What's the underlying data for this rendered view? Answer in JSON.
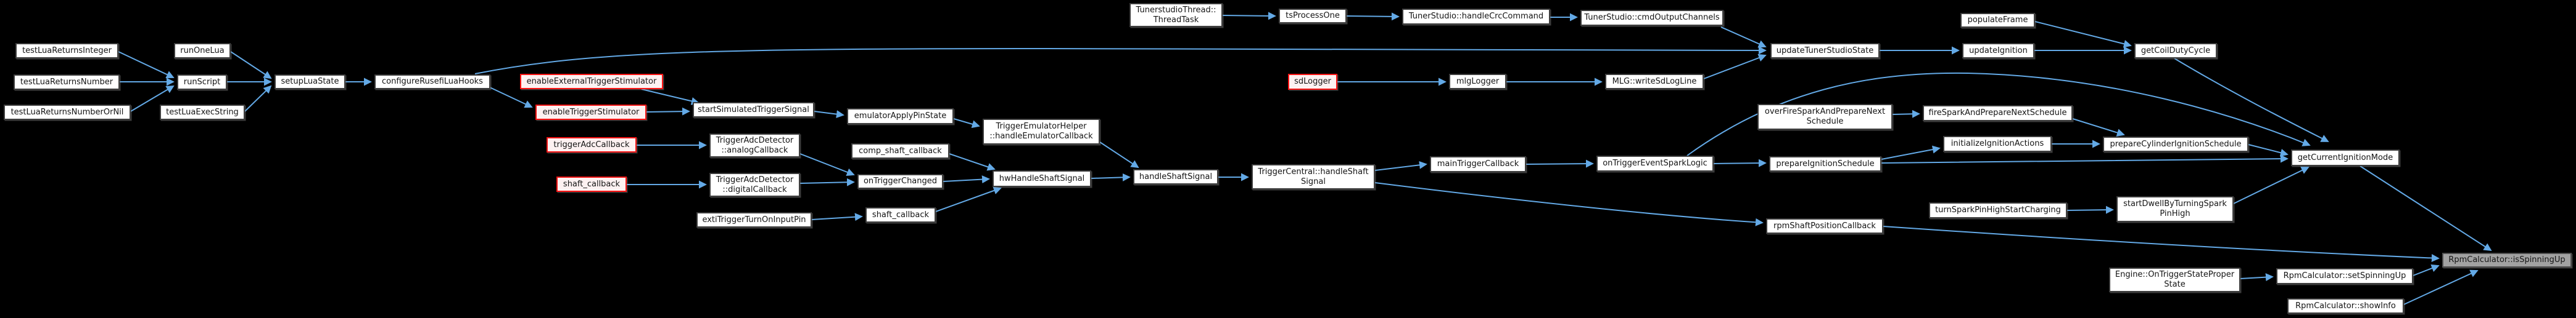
{
  "diagram": {
    "type": "doxygen-caller-graph",
    "focus_node": "RpmCalculator::isSpinningUp",
    "colors": {
      "background": "#000000",
      "edge_blue": "#63a9e6",
      "node_fill": "#ffffff",
      "node_border": "#3d3d3d",
      "truncated_node_border": "#ff1414",
      "truncated_node_fill": "#fdf1f1",
      "focus_node_fill": "#a2a2a2",
      "text": "#141414"
    },
    "nodes": [
      {
        "id": "testLuaReturnsInteger",
        "label": "testLuaReturnsInteger",
        "kind": "default"
      },
      {
        "id": "runOneLua",
        "label": "runOneLua",
        "kind": "default"
      },
      {
        "id": "testLuaReturnsNumber",
        "label": "testLuaReturnsNumber",
        "kind": "default"
      },
      {
        "id": "runScript",
        "label": "runScript",
        "kind": "default"
      },
      {
        "id": "setupLuaState",
        "label": "setupLuaState",
        "kind": "default"
      },
      {
        "id": "configureRusefiLuaHooks",
        "label": "configureRusefiLuaHooks",
        "kind": "default"
      },
      {
        "id": "testLuaReturnsNumberOrNil",
        "label": "testLuaReturnsNumberOrNil",
        "kind": "default"
      },
      {
        "id": "testLuaExecString",
        "label": "testLuaExecString",
        "kind": "default"
      },
      {
        "id": "enableExternalTriggerStimulator",
        "label": "enableExternalTriggerStimulator",
        "kind": "truncated"
      },
      {
        "id": "enableTriggerStimulator",
        "label": "enableTriggerStimulator",
        "kind": "truncated"
      },
      {
        "id": "triggerAdcCallback",
        "label": "triggerAdcCallback",
        "kind": "truncated"
      },
      {
        "id": "shaft_callback_red",
        "label": "shaft_callback",
        "kind": "truncated"
      },
      {
        "id": "startSimulatedTriggerSignal",
        "label": "startSimulatedTriggerSignal",
        "kind": "default"
      },
      {
        "id": "TriggerAdcDetector::analogCallback",
        "label": "TriggerAdcDetector\n::analogCallback",
        "kind": "default"
      },
      {
        "id": "TriggerAdcDetector::digitalCallback",
        "label": "TriggerAdcDetector\n::digitalCallback",
        "kind": "default"
      },
      {
        "id": "extiTriggerTurnOnInputPin",
        "label": "extiTriggerTurnOnInputPin",
        "kind": "default"
      },
      {
        "id": "emulatorApplyPinState",
        "label": "emulatorApplyPinState",
        "kind": "default"
      },
      {
        "id": "TriggerEmulatorHelper::handleEmulatorCallback",
        "label": "TriggerEmulatorHelper\n::handleEmulatorCallback",
        "kind": "default"
      },
      {
        "id": "comp_shaft_callback",
        "label": "comp_shaft_callback",
        "kind": "default"
      },
      {
        "id": "onTriggerChanged",
        "label": "onTriggerChanged",
        "kind": "default"
      },
      {
        "id": "shaft_callback",
        "label": "shaft_callback",
        "kind": "default"
      },
      {
        "id": "hwHandleShaftSignal",
        "label": "hwHandleShaftSignal",
        "kind": "default"
      },
      {
        "id": "handleShaftSignal",
        "label": "handleShaftSignal",
        "kind": "default"
      },
      {
        "id": "TunerstudioThread::ThreadTask",
        "label": "TunerstudioThread::\nThreadTask",
        "kind": "default"
      },
      {
        "id": "tsProcessOne",
        "label": "tsProcessOne",
        "kind": "default"
      },
      {
        "id": "TunerStudio::handleCrcCommand",
        "label": "TunerStudio::handleCrcCommand",
        "kind": "default"
      },
      {
        "id": "TunerStudio::cmdOutputChannels",
        "label": "TunerStudio::cmdOutputChannels",
        "kind": "default"
      },
      {
        "id": "sdLogger",
        "label": "sdLogger",
        "kind": "truncated"
      },
      {
        "id": "mlgLogger",
        "label": "mlgLogger",
        "kind": "default"
      },
      {
        "id": "MLG::writeSdLogLine",
        "label": "MLG::writeSdLogLine",
        "kind": "default"
      },
      {
        "id": "TriggerCentral::handleShaftSignal",
        "label": "TriggerCentral::handleShaft\nSignal",
        "kind": "default"
      },
      {
        "id": "mainTriggerCallback",
        "label": "mainTriggerCallback",
        "kind": "default"
      },
      {
        "id": "onTriggerEventSparkLogic",
        "label": "onTriggerEventSparkLogic",
        "kind": "default"
      },
      {
        "id": "updateTunerStudioState",
        "label": "updateTunerStudioState",
        "kind": "default"
      },
      {
        "id": "populateFrame",
        "label": "populateFrame",
        "kind": "default"
      },
      {
        "id": "updateIgnition",
        "label": "updateIgnition",
        "kind": "default"
      },
      {
        "id": "getCoilDutyCycle",
        "label": "getCoilDutyCycle",
        "kind": "default"
      },
      {
        "id": "overFireSparkAndPrepareNextSchedule",
        "label": "overFireSparkAndPrepareNext\nSchedule",
        "kind": "default"
      },
      {
        "id": "fireSparkAndPrepareNextSchedule",
        "label": "fireSparkAndPrepareNextSchedule",
        "kind": "default"
      },
      {
        "id": "initializeIgnitionActions",
        "label": "initializeIgnitionActions",
        "kind": "default"
      },
      {
        "id": "prepareCylinderIgnitionSchedule",
        "label": "prepareCylinderIgnitionSchedule",
        "kind": "default"
      },
      {
        "id": "getCurrentIgnitionMode",
        "label": "getCurrentIgnitionMode",
        "kind": "default"
      },
      {
        "id": "prepareIgnitionSchedule",
        "label": "prepareIgnitionSchedule",
        "kind": "default"
      },
      {
        "id": "turnSparkPinHighStartCharging",
        "label": "turnSparkPinHighStartCharging",
        "kind": "default"
      },
      {
        "id": "startDwellByTurningSparkPinHigh",
        "label": "startDwellByTurningSpark\nPinHigh",
        "kind": "default"
      },
      {
        "id": "rpmShaftPositionCallback",
        "label": "rpmShaftPositionCallback",
        "kind": "default"
      },
      {
        "id": "Engine::OnTriggerStateProperState",
        "label": "Engine::OnTriggerStateProper\nState",
        "kind": "default"
      },
      {
        "id": "RpmCalculator::setSpinningUp",
        "label": "RpmCalculator::setSpinningUp",
        "kind": "default"
      },
      {
        "id": "RpmCalculator::isSpinningUp",
        "label": "RpmCalculator::isSpinningUp",
        "kind": "focus"
      },
      {
        "id": "RpmCalculator::showInfo",
        "label": "RpmCalculator::showInfo",
        "kind": "default"
      }
    ],
    "edges": [
      {
        "from": "testLuaReturnsInteger",
        "to": "runScript"
      },
      {
        "from": "testLuaReturnsNumber",
        "to": "runScript"
      },
      {
        "from": "testLuaReturnsNumberOrNil",
        "to": "runScript"
      },
      {
        "from": "runOneLua",
        "to": "setupLuaState"
      },
      {
        "from": "runScript",
        "to": "setupLuaState"
      },
      {
        "from": "testLuaExecString",
        "to": "setupLuaState"
      },
      {
        "from": "setupLuaState",
        "to": "configureRusefiLuaHooks"
      },
      {
        "from": "configureRusefiLuaHooks",
        "to": "updateTunerStudioState"
      },
      {
        "from": "configureRusefiLuaHooks",
        "to": "enableTriggerStimulator"
      },
      {
        "from": "enableExternalTriggerStimulator",
        "to": "startSimulatedTriggerSignal"
      },
      {
        "from": "enableTriggerStimulator",
        "to": "startSimulatedTriggerSignal"
      },
      {
        "from": "triggerAdcCallback",
        "to": "TriggerAdcDetector::analogCallback"
      },
      {
        "from": "shaft_callback_red",
        "to": "TriggerAdcDetector::digitalCallback"
      },
      {
        "from": "TriggerAdcDetector::analogCallback",
        "to": "onTriggerChanged"
      },
      {
        "from": "TriggerAdcDetector::digitalCallback",
        "to": "onTriggerChanged"
      },
      {
        "from": "extiTriggerTurnOnInputPin",
        "to": "shaft_callback"
      },
      {
        "from": "startSimulatedTriggerSignal",
        "to": "emulatorApplyPinState"
      },
      {
        "from": "emulatorApplyPinState",
        "to": "TriggerEmulatorHelper::handleEmulatorCallback"
      },
      {
        "from": "TriggerEmulatorHelper::handleEmulatorCallback",
        "to": "handleShaftSignal"
      },
      {
        "from": "comp_shaft_callback",
        "to": "hwHandleShaftSignal"
      },
      {
        "from": "onTriggerChanged",
        "to": "hwHandleShaftSignal"
      },
      {
        "from": "shaft_callback",
        "to": "hwHandleShaftSignal"
      },
      {
        "from": "hwHandleShaftSignal",
        "to": "handleShaftSignal"
      },
      {
        "from": "handleShaftSignal",
        "to": "TriggerCentral::handleShaftSignal"
      },
      {
        "from": "TunerstudioThread::ThreadTask",
        "to": "tsProcessOne"
      },
      {
        "from": "tsProcessOne",
        "to": "TunerStudio::handleCrcCommand"
      },
      {
        "from": "TunerStudio::handleCrcCommand",
        "to": "TunerStudio::cmdOutputChannels"
      },
      {
        "from": "TunerStudio::cmdOutputChannels",
        "to": "updateTunerStudioState"
      },
      {
        "from": "sdLogger",
        "to": "mlgLogger"
      },
      {
        "from": "mlgLogger",
        "to": "MLG::writeSdLogLine"
      },
      {
        "from": "MLG::writeSdLogLine",
        "to": "updateTunerStudioState"
      },
      {
        "from": "TriggerCentral::handleShaftSignal",
        "to": "mainTriggerCallback"
      },
      {
        "from": "TriggerCentral::handleShaftSignal",
        "to": "rpmShaftPositionCallback"
      },
      {
        "from": "mainTriggerCallback",
        "to": "onTriggerEventSparkLogic"
      },
      {
        "from": "onTriggerEventSparkLogic",
        "to": "prepareIgnitionSchedule"
      },
      {
        "from": "onTriggerEventSparkLogic",
        "to": "getCurrentIgnitionMode"
      },
      {
        "from": "prepareIgnitionSchedule",
        "to": "initializeIgnitionActions"
      },
      {
        "from": "prepareIgnitionSchedule",
        "to": "getCurrentIgnitionMode"
      },
      {
        "from": "initializeIgnitionActions",
        "to": "prepareCylinderIgnitionSchedule"
      },
      {
        "from": "fireSparkAndPrepareNextSchedule",
        "to": "prepareCylinderIgnitionSchedule"
      },
      {
        "from": "overFireSparkAndPrepareNextSchedule",
        "to": "fireSparkAndPrepareNextSchedule"
      },
      {
        "from": "prepareCylinderIgnitionSchedule",
        "to": "getCurrentIgnitionMode"
      },
      {
        "from": "getCoilDutyCycle",
        "to": "getCurrentIgnitionMode"
      },
      {
        "from": "populateFrame",
        "to": "getCoilDutyCycle"
      },
      {
        "from": "updateIgnition",
        "to": "getCoilDutyCycle"
      },
      {
        "from": "updateTunerStudioState",
        "to": "updateIgnition"
      },
      {
        "from": "turnSparkPinHighStartCharging",
        "to": "startDwellByTurningSparkPinHigh"
      },
      {
        "from": "startDwellByTurningSparkPinHigh",
        "to": "getCurrentIgnitionMode"
      },
      {
        "from": "getCurrentIgnitionMode",
        "to": "RpmCalculator::isSpinningUp"
      },
      {
        "from": "rpmShaftPositionCallback",
        "to": "RpmCalculator::isSpinningUp"
      },
      {
        "from": "Engine::OnTriggerStateProperState",
        "to": "RpmCalculator::setSpinningUp"
      },
      {
        "from": "RpmCalculator::setSpinningUp",
        "to": "RpmCalculator::isSpinningUp"
      },
      {
        "from": "RpmCalculator::showInfo",
        "to": "RpmCalculator::isSpinningUp"
      }
    ]
  }
}
